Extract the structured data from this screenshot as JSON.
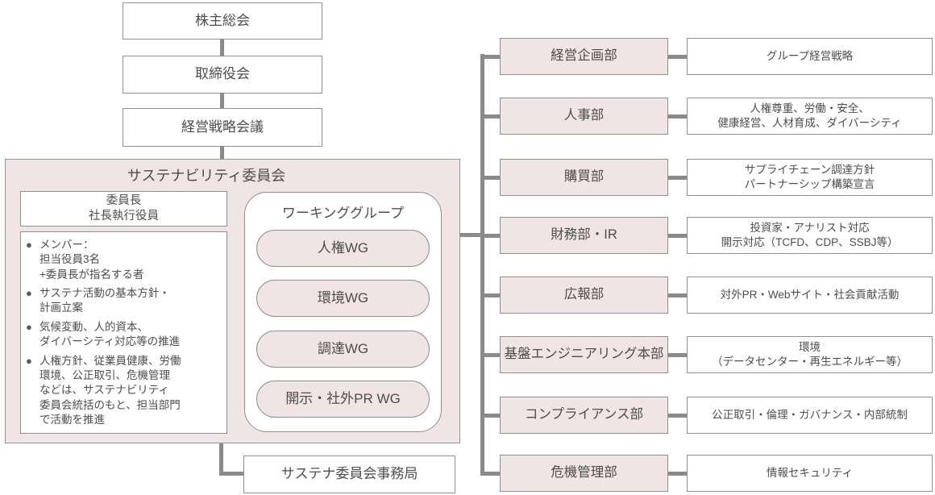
{
  "colors": {
    "box_fill_pink": "#f1e4e4",
    "box_border_gray": "#938e8e",
    "connector_gray": "#8a8a8a",
    "text_gray": "#4d4d4d"
  },
  "governance_chain": [
    {
      "label": "株主総会"
    },
    {
      "label": "取締役会"
    },
    {
      "label": "経営戦略会議"
    }
  ],
  "committee": {
    "title": "サステナビリティ委員会",
    "chair": "委員長\n社長執行役員",
    "bullet_char": "●",
    "notes": [
      {
        "text": "メンバー：\n担当役員3名\n+委員長が指名する者"
      },
      {
        "text": "サステナ活動の基本方針・\n計画立案"
      },
      {
        "text": "気候変動、人的資本、\nダイバーシティ対応等の推進"
      },
      {
        "text": "人権方針、従業員健康、労働\n環境、公正取引、危機管理\nなどは、サステナビリティ\n委員会統括のもと、担当部門\nで活動を推進"
      }
    ],
    "working_group": {
      "title": "ワーキンググループ",
      "items": [
        {
          "label": "人権WG"
        },
        {
          "label": "環境WG"
        },
        {
          "label": "調達WG"
        },
        {
          "label": "開示・社外PR WG"
        }
      ]
    }
  },
  "secretariat": {
    "label": "サステナ委員会事務局"
  },
  "departments": [
    {
      "name": "経営企画部",
      "desc": "グループ経営戦略"
    },
    {
      "name": "人事部",
      "desc": "人権尊重、労働・安全、\n健康経営、人材育成、ダイバーシティ"
    },
    {
      "name": "購買部",
      "desc": "サプライチェーン調達方針\nパートナーシップ構築宣言"
    },
    {
      "name": "財務部・IR",
      "desc": "投資家・アナリスト対応\n開示対応（TCFD、CDP、SSBJ等）"
    },
    {
      "name": "広報部",
      "desc": "対外PR・Webサイト・社会貢献活動"
    },
    {
      "name": "基盤エンジニアリング本部",
      "desc": "環境\n（データセンター・再生エネルギー等）"
    },
    {
      "name": "コンプライアンス部",
      "desc": "公正取引・倫理・ガバナンス・内部統制"
    },
    {
      "name": "危機管理部",
      "desc": "情報セキュリティ"
    }
  ]
}
